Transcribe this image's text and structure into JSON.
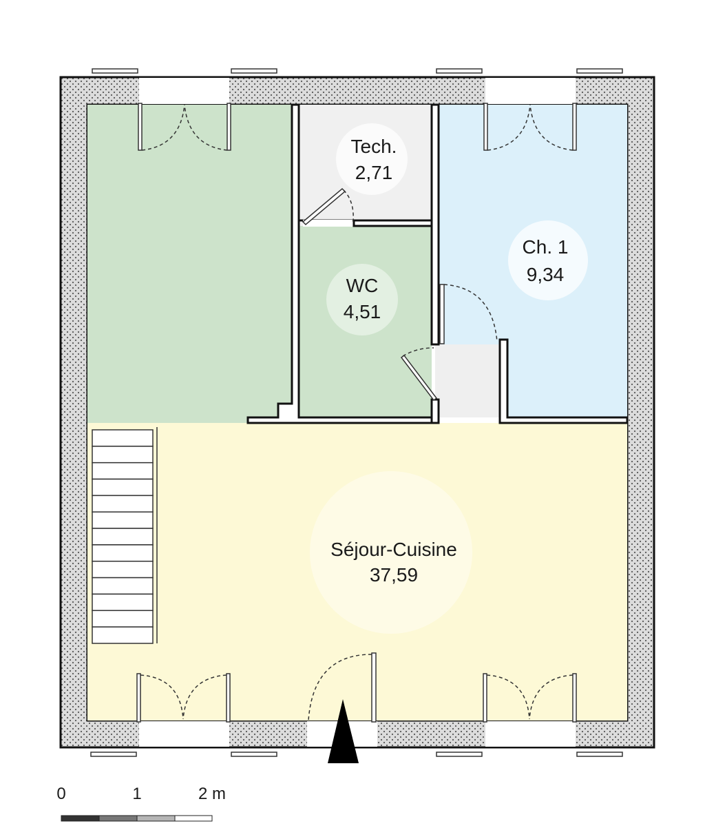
{
  "rooms": {
    "tech": {
      "name": "Tech.",
      "area": "2,71",
      "color": "#f0f0f0"
    },
    "wc": {
      "name": "WC",
      "area": "4,51",
      "color": "#cde3cb"
    },
    "ch1": {
      "name": "Ch. 1",
      "area": "9,34",
      "color": "#dcf0fa"
    },
    "sejour": {
      "name": "Séjour-Cuisine",
      "area": "37,59",
      "color": "#fdf9d6"
    },
    "room_left": {
      "color": "#cde3cb"
    },
    "hall": {
      "color": "#efefef"
    }
  },
  "scale_bar": {
    "labels": [
      "0",
      "1",
      "2 m"
    ]
  },
  "colors": {
    "wall_fill": "#d9d9d9",
    "wall_line": "#111111",
    "entry_arrow": "#000000"
  },
  "icons": {
    "entry": "entry-arrow-icon",
    "stairs": "staircase-icon"
  }
}
